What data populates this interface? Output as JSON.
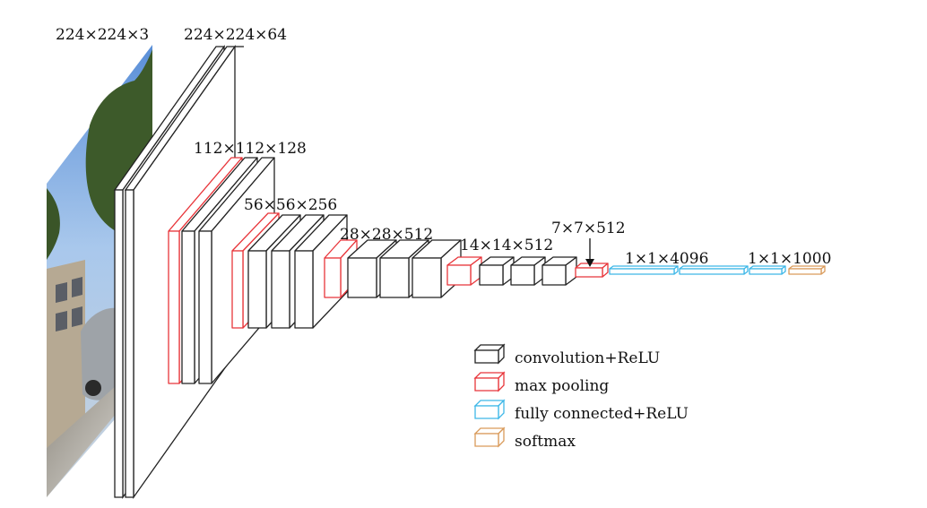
{
  "diagram": {
    "input_image": {
      "label": "224×224×3",
      "description_icon": "street-photo-image"
    },
    "blocks": [
      {
        "id": "conv1",
        "label": "224×224×64",
        "type": "conv"
      },
      {
        "id": "conv2",
        "label": "112×112×128",
        "type": "conv"
      },
      {
        "id": "conv3",
        "label": "56×56×256",
        "type": "conv"
      },
      {
        "id": "conv4",
        "label": "28×28×512",
        "type": "conv"
      },
      {
        "id": "conv5",
        "label": "14×14×512",
        "type": "conv"
      },
      {
        "id": "pool5",
        "label": "7×7×512",
        "type": "pool"
      },
      {
        "id": "fc",
        "label": "1×1×4096",
        "type": "fc"
      },
      {
        "id": "softmax",
        "label": "1×1×1000",
        "type": "softmax"
      }
    ],
    "legend": [
      {
        "label": "convolution+ReLU",
        "color": "#222222"
      },
      {
        "label": "max pooling",
        "color": "#e8353a"
      },
      {
        "label": "fully connected+ReLU",
        "color": "#3fb8e8"
      },
      {
        "label": "softmax",
        "color": "#d99a5a"
      }
    ],
    "colors": {
      "conv": "#222222",
      "pool": "#e8353a",
      "fc": "#3fb8e8",
      "softmax": "#d99a5a"
    }
  }
}
